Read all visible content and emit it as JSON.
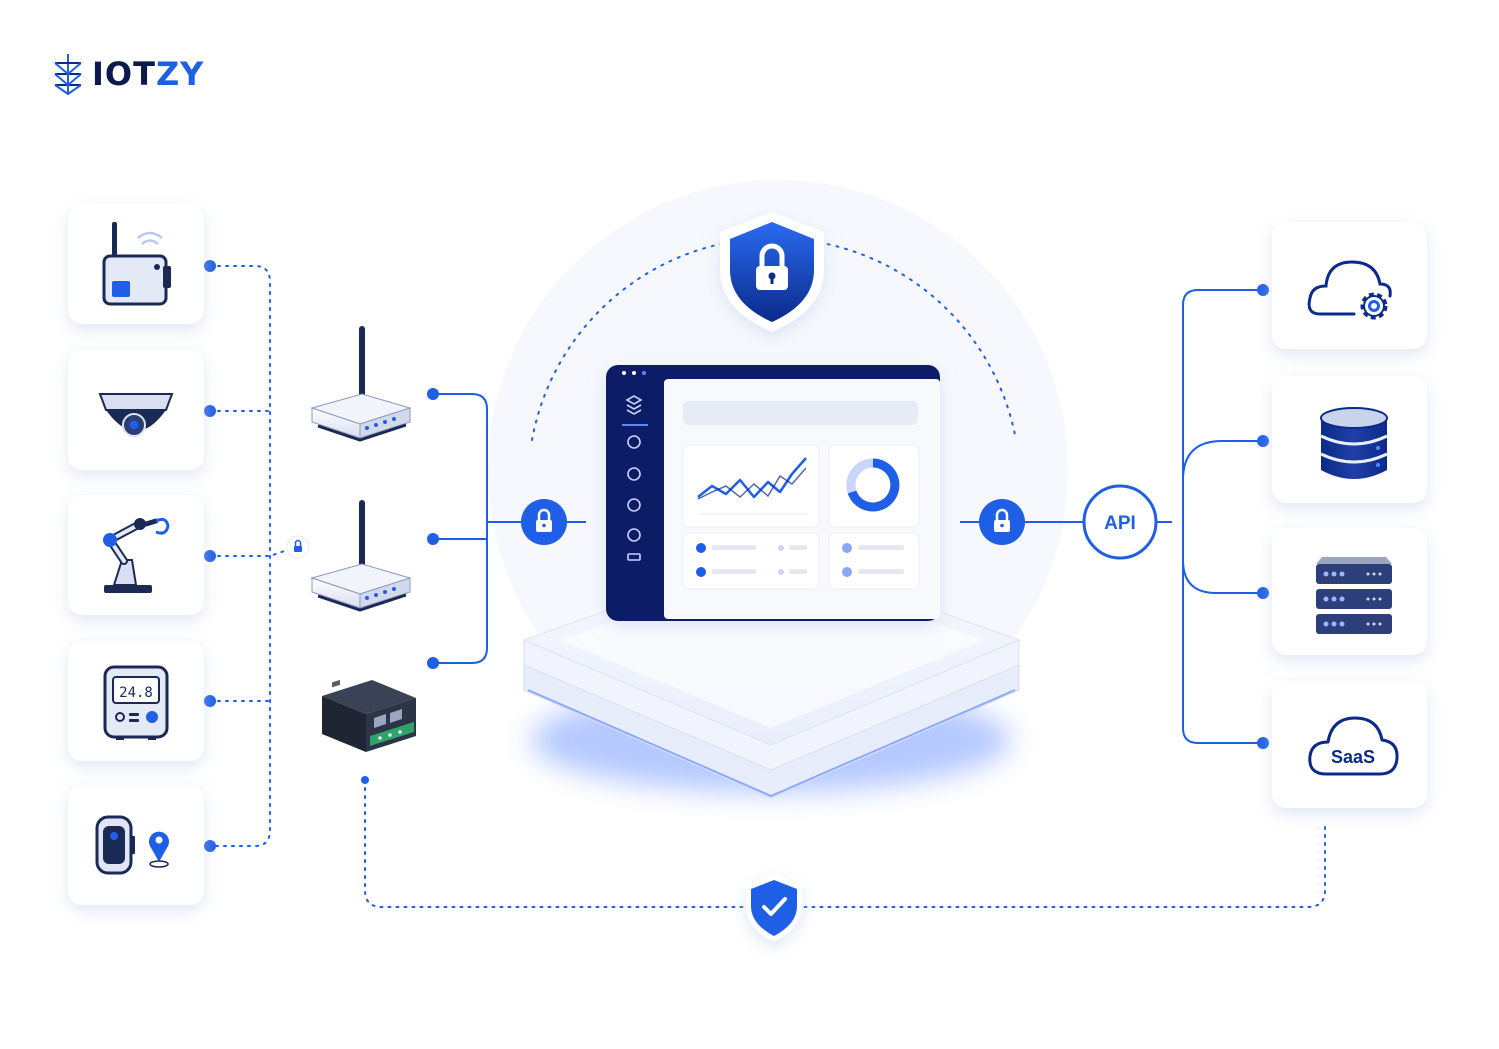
{
  "brand": {
    "part1": "IOT",
    "part2": "ZY"
  },
  "devices": [
    {
      "name": "wireless-sensor"
    },
    {
      "name": "security-camera"
    },
    {
      "name": "robotic-arm"
    },
    {
      "name": "thermostat",
      "display": "24.8"
    },
    {
      "name": "gps-tracker"
    }
  ],
  "gateways": [
    "wireless-gateway",
    "wireless-gateway",
    "plc-controller"
  ],
  "api_label": "API",
  "services": [
    {
      "name": "cloud-settings"
    },
    {
      "name": "database"
    },
    {
      "name": "server-rack"
    },
    {
      "name": "saas-cloud",
      "label": "SaaS"
    }
  ],
  "colors": {
    "primary": "#1f5fe6",
    "navy": "#0b2a8a",
    "dark": "#0b1a4a",
    "card_shadow": "#dfe5f2"
  }
}
